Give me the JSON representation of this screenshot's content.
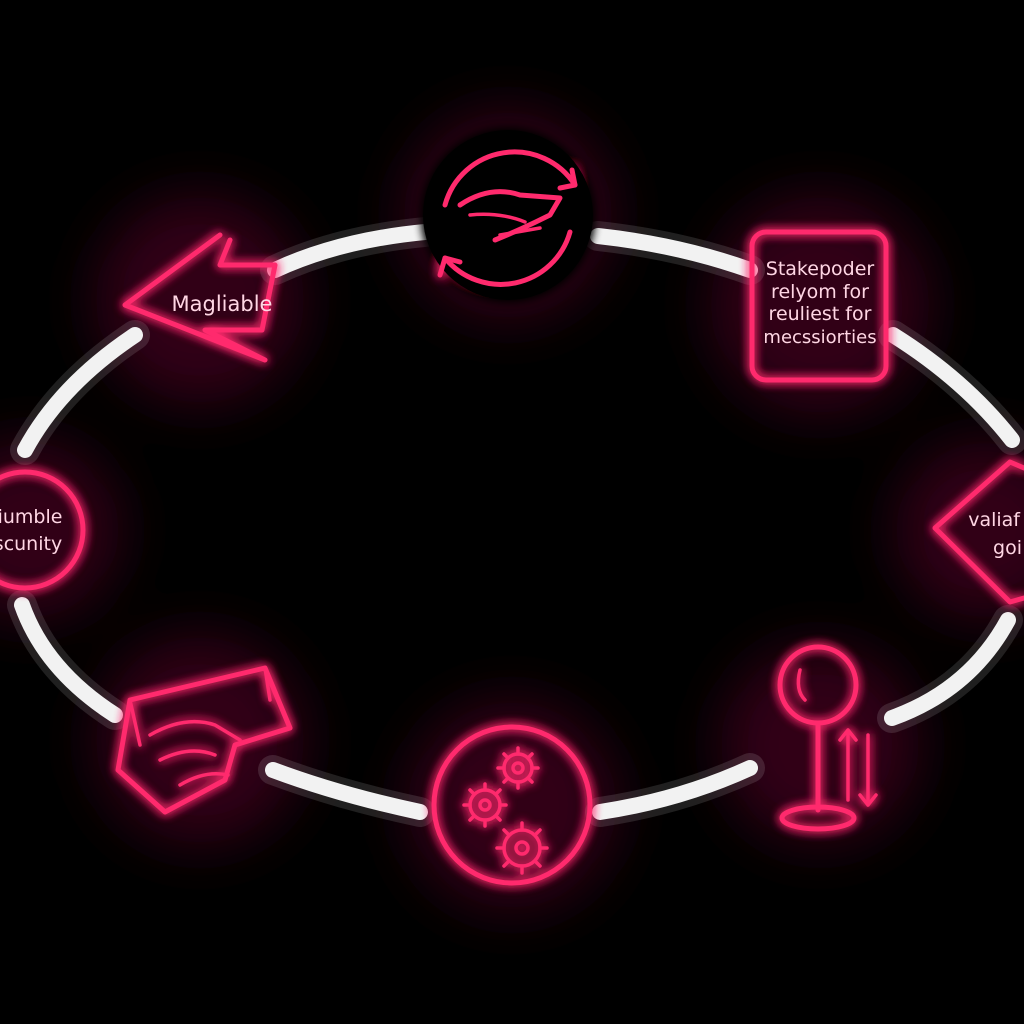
{
  "colors": {
    "background": "#000000",
    "neon": "#ff2a6d",
    "tube": "#f2f2f2"
  },
  "nodes": {
    "top": {
      "icon": "handshake-cycle-icon"
    },
    "top_right": {
      "icon": "sign-box-icon",
      "line1": "Stakepoder",
      "line2": "relyom for",
      "line3": "reuliest for",
      "line4": "mecssiorties"
    },
    "right": {
      "icon": "diamond-icon",
      "line1": "valiaf",
      "line2": "goi"
    },
    "bottom_right": {
      "icon": "joystick-icon"
    },
    "bottom": {
      "icon": "gears-icon"
    },
    "bottom_left": {
      "icon": "handshake-icon"
    },
    "left": {
      "icon": "circle-icon",
      "line1": "iumble",
      "line2": "scunity"
    },
    "top_left": {
      "icon": "arrow-left-icon",
      "label": "Magliable"
    }
  }
}
